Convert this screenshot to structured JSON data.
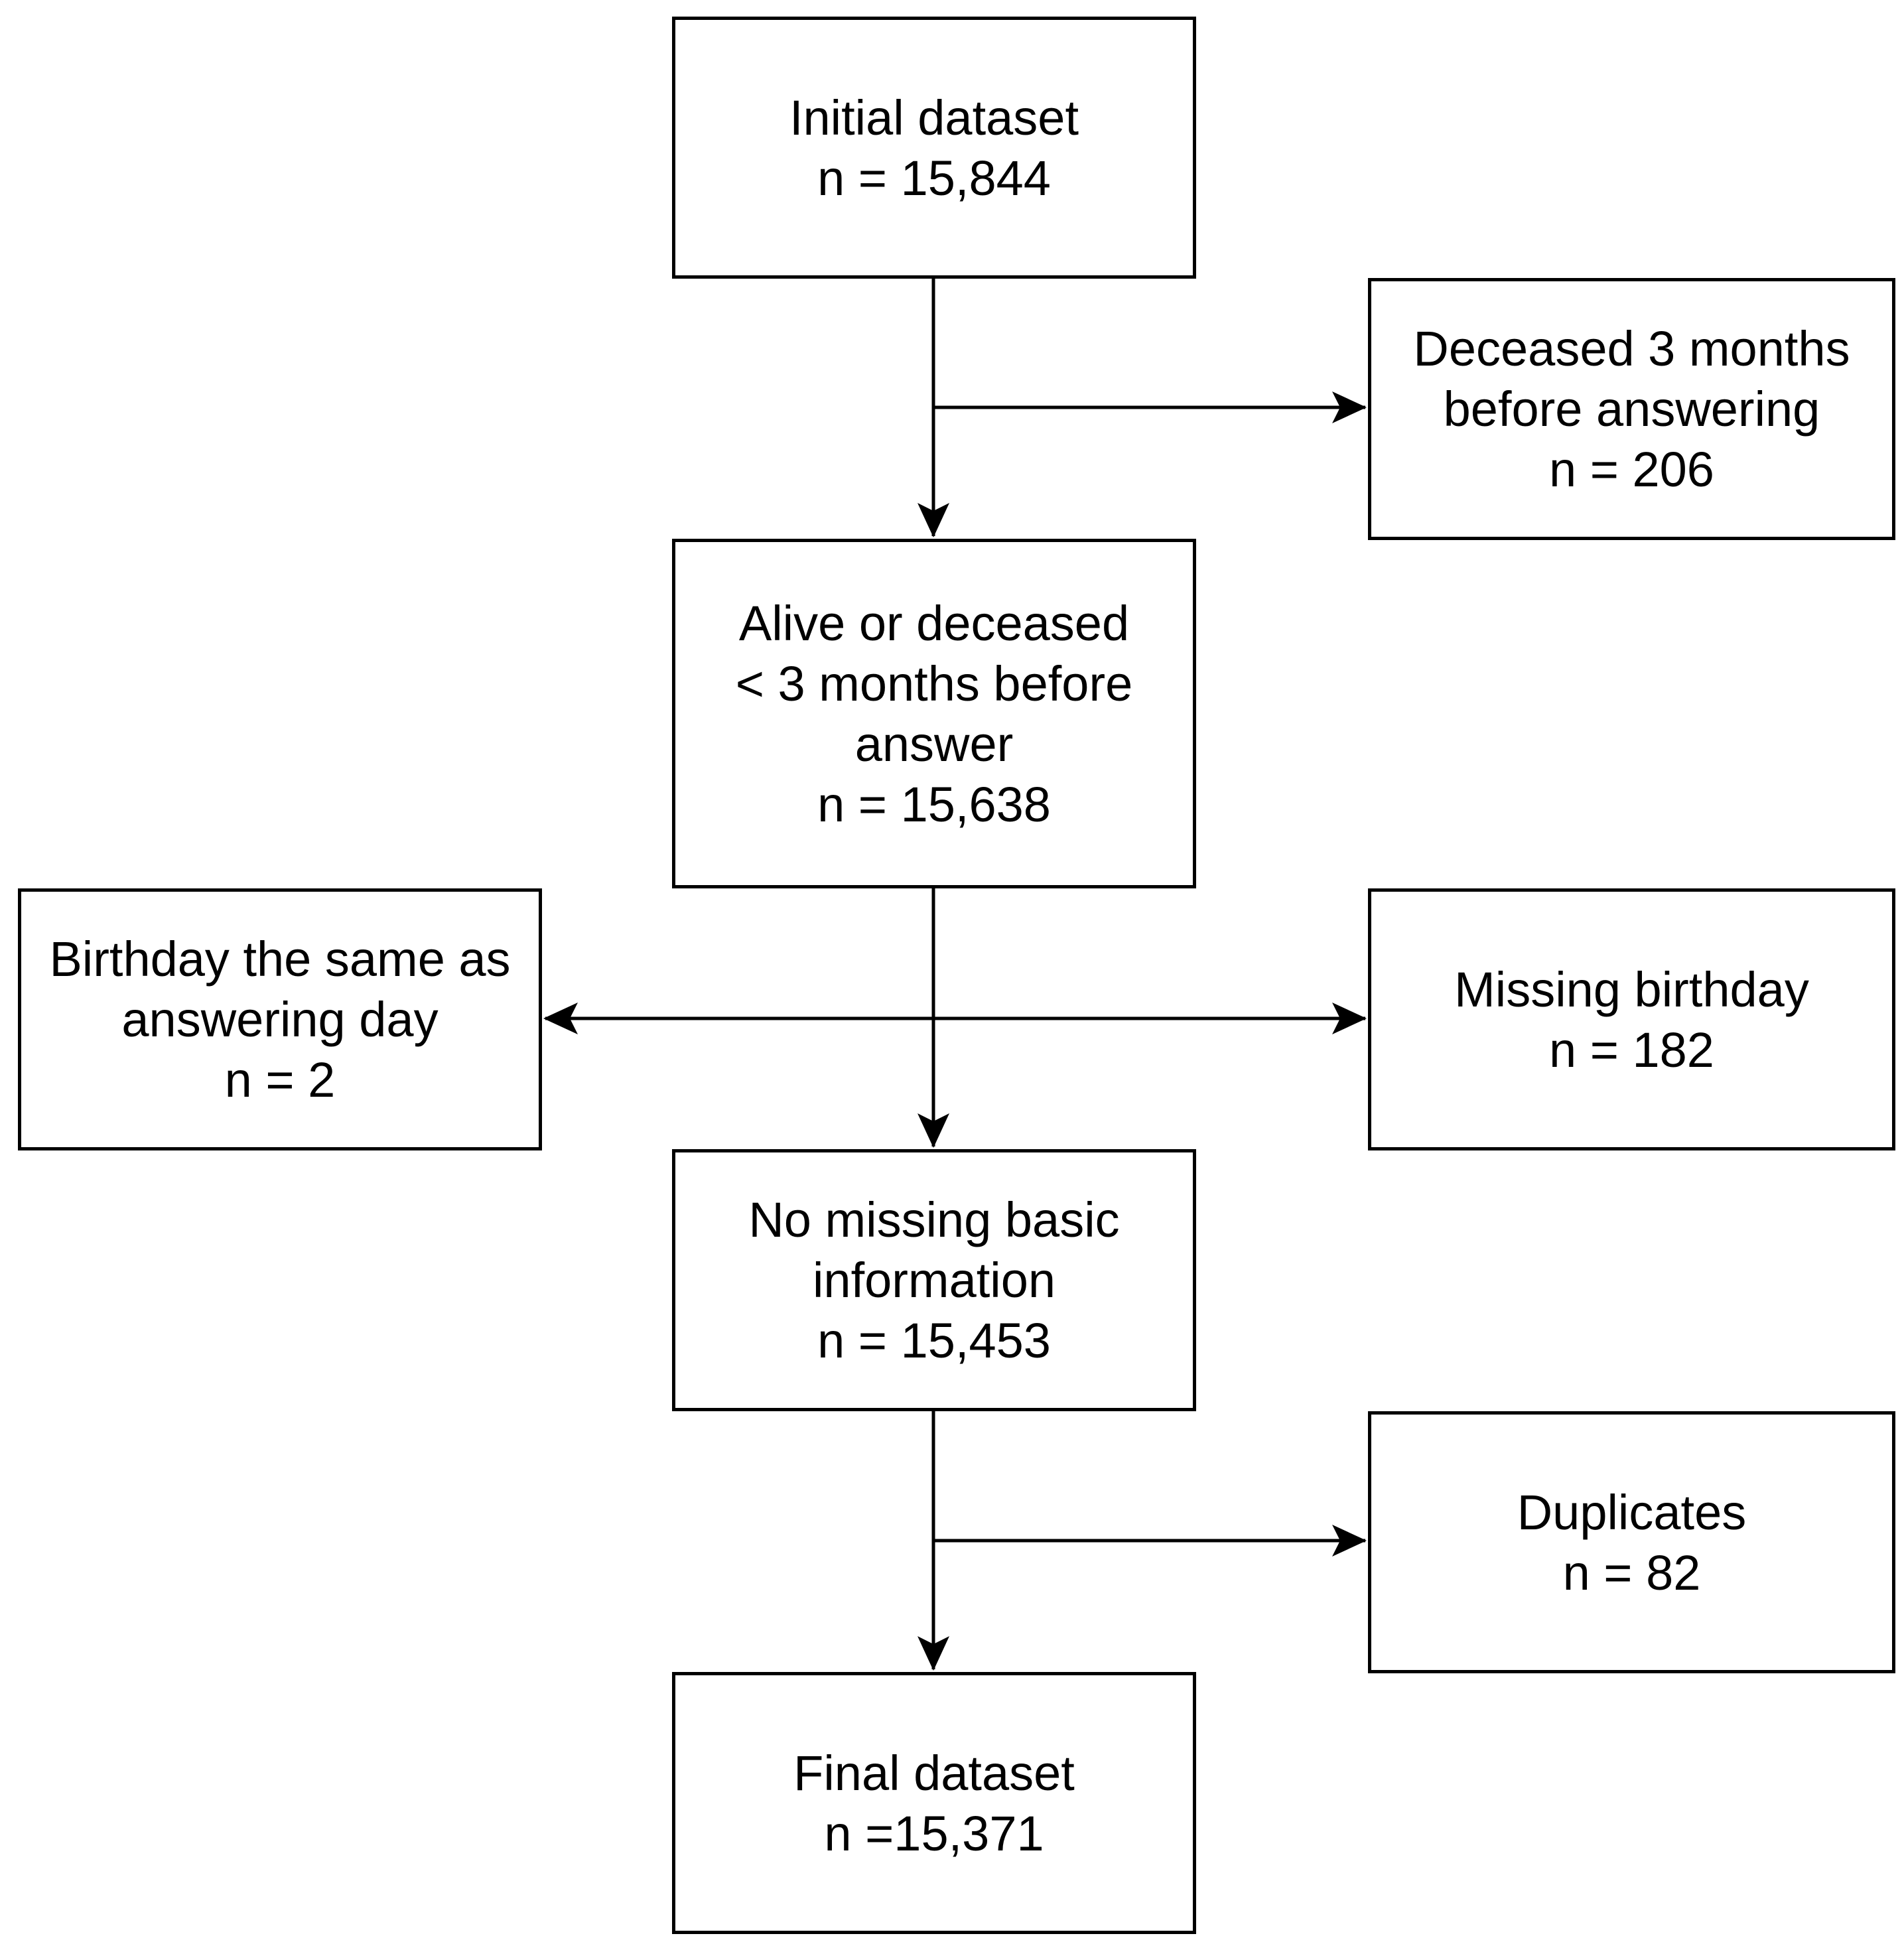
{
  "flowchart": {
    "initial": "Initial dataset\nn = 15,844",
    "deceased": "Deceased 3 months\nbefore answering\nn = 206",
    "alive": "Alive or deceased\n< 3 months before\nanswer\nn = 15,638",
    "birthday_same": "Birthday the same as\nanswering day\nn = 2",
    "missing_birthday": "Missing birthday\nn = 182",
    "no_missing": "No missing basic\ninformation\nn = 15,453",
    "duplicates": "Duplicates\nn = 82",
    "final": "Final dataset\nn =15,371"
  }
}
